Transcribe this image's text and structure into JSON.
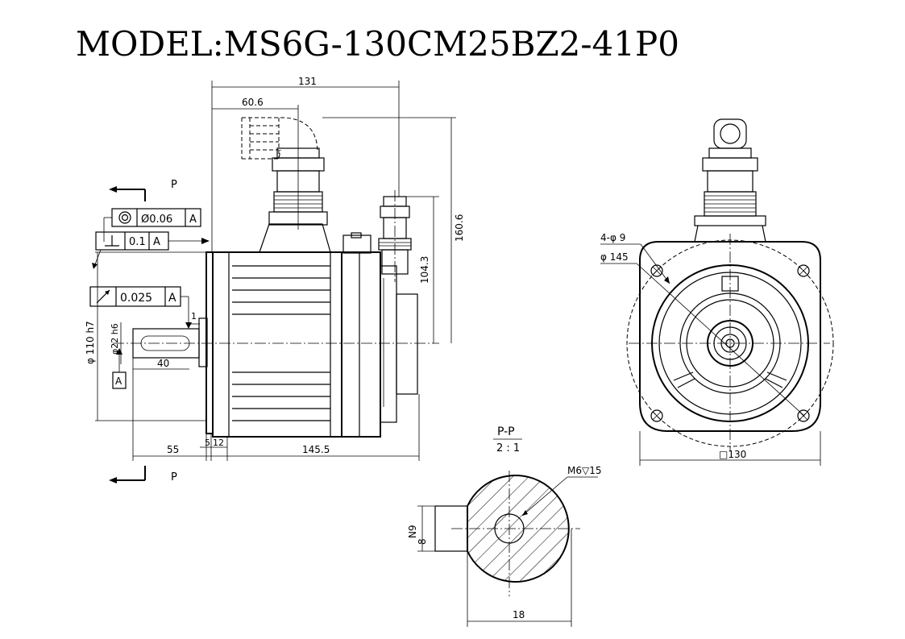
{
  "title": "MODEL:MS6G-130CM25BZ2-41P0",
  "side_view": {
    "dim_131": "131",
    "dim_60_6": "60.6",
    "dim_160_6": "160.6",
    "dim_104_3": "104.3",
    "dim_dia110": "φ 110 h7",
    "dim_dia22": "φ22 h6",
    "dim_40": "40",
    "dim_55": "55",
    "dim_5": "5",
    "dim_12": "12",
    "dim_145_5": "145.5",
    "dim_1": "1",
    "section_mark_top": "P",
    "section_mark_bottom": "P",
    "tol_coaxial_value": "Ø0.06",
    "tol_coaxial_datum": "A",
    "tol_perp_value": "0.1",
    "tol_perp_datum": "A",
    "tol_runout_value": "0.025",
    "tol_runout_datum": "A",
    "datum_label": "A"
  },
  "front_view": {
    "holes_label": "4-φ 9",
    "pcd_label": "φ 145",
    "square_label": "□130"
  },
  "section_view": {
    "title": "P-P",
    "scale": "2 : 1",
    "thread_label": "M6▽15",
    "dim_9": "9",
    "dim_n": "N",
    "dim_8": "8",
    "dim_18": "18"
  }
}
